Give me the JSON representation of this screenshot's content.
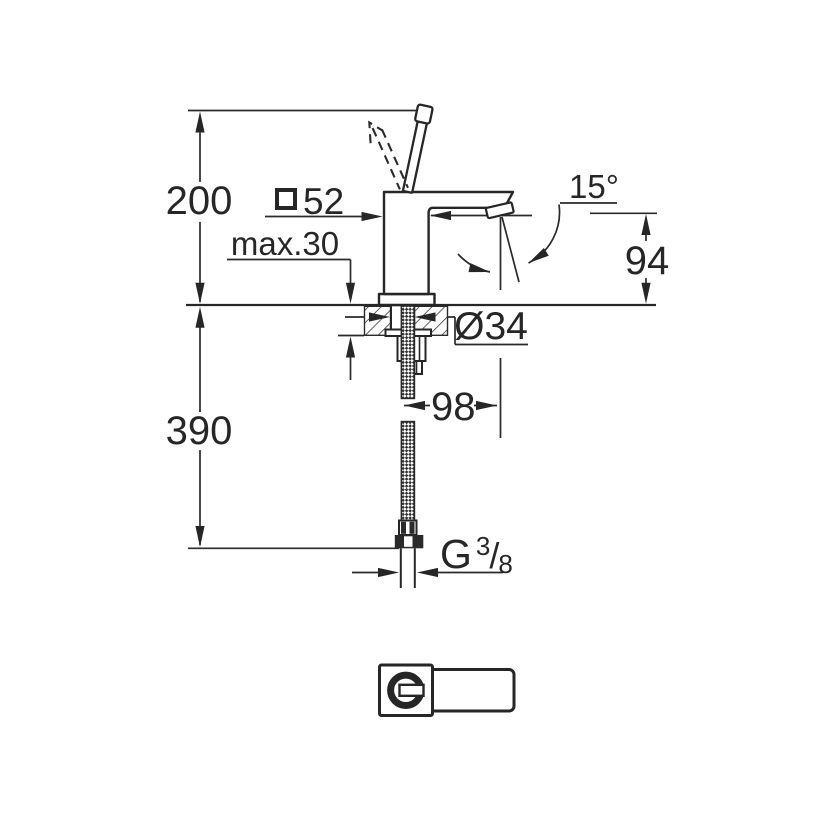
{
  "drawing": {
    "labels": {
      "overall_height": "200",
      "hose_length_below": "390",
      "max_mounting_thickness": "max.30",
      "body_width_square": "52",
      "spout_angle": "15°",
      "outlet_height": "94",
      "hole_diameter": "Ø34",
      "spout_projection": "98",
      "thread": {
        "prefix": "G",
        "numerator": "3",
        "slash": "/",
        "denominator": "8"
      }
    },
    "symbols": {
      "square": "□"
    },
    "logo": "grohe-logo",
    "colors": {
      "line": "#262626",
      "background": "#ffffff"
    }
  }
}
